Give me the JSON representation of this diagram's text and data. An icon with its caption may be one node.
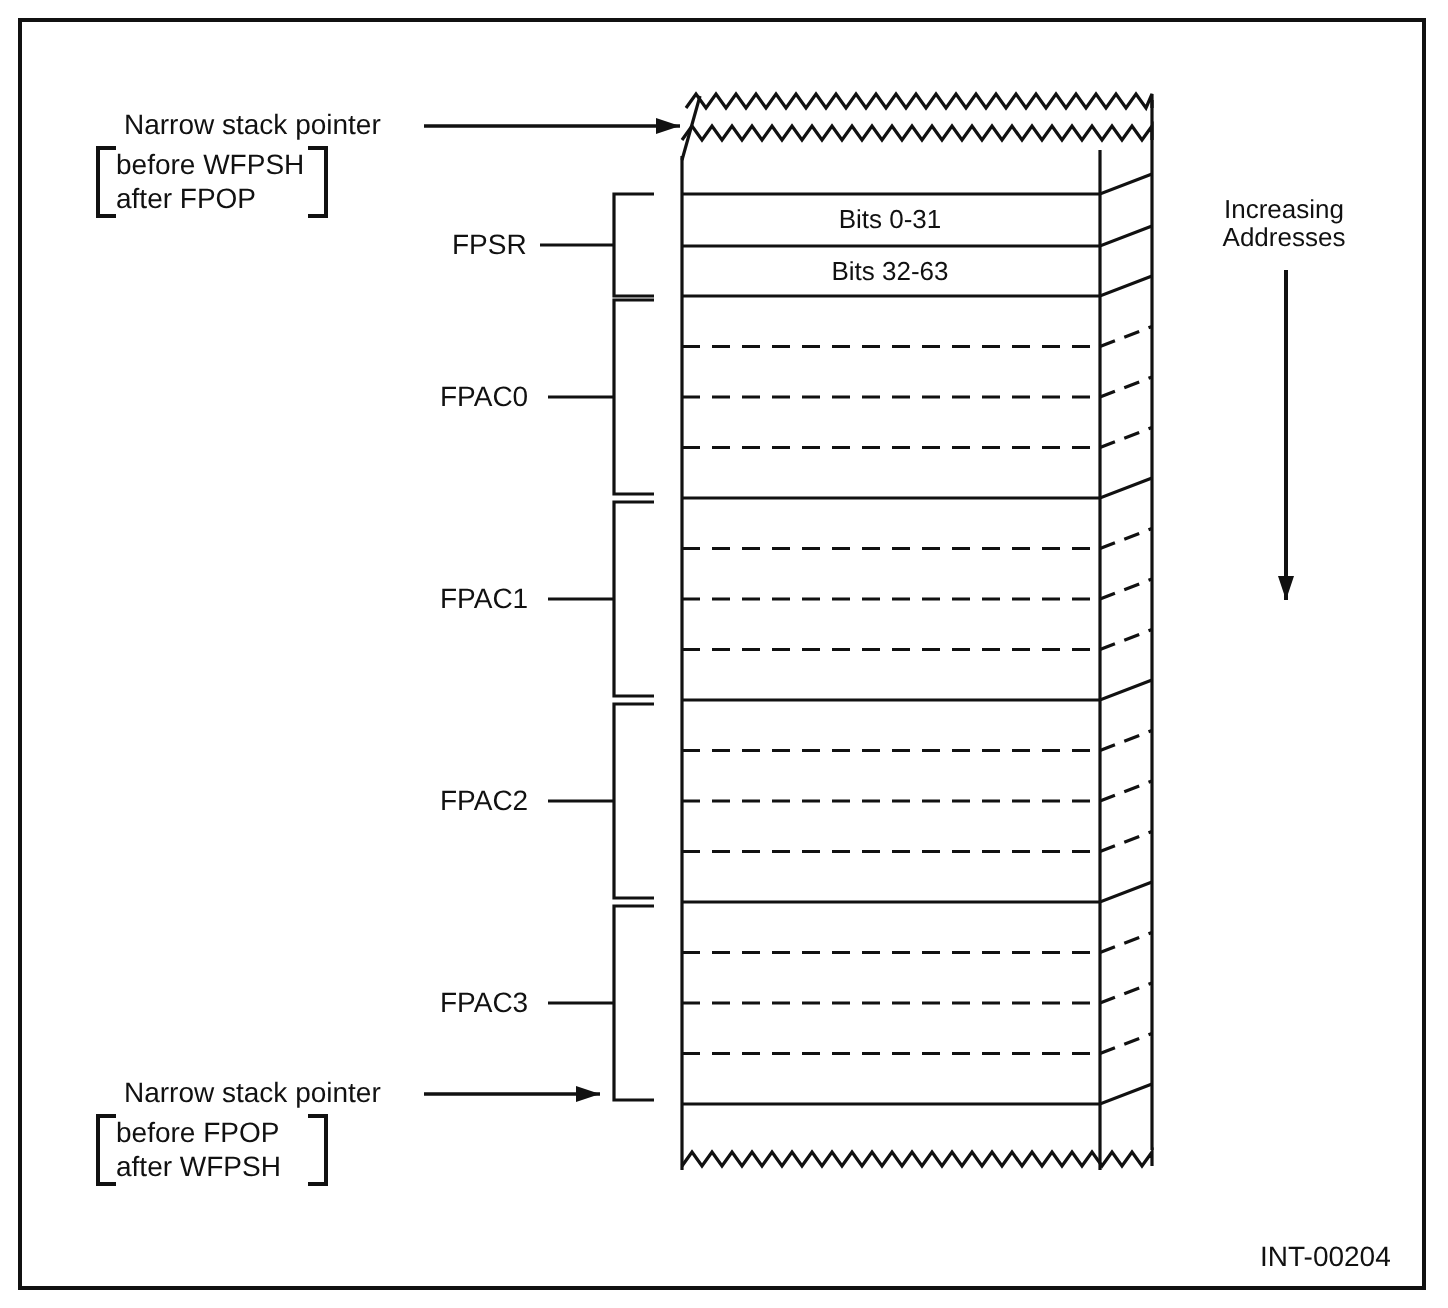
{
  "diagram": {
    "nodes": [
      {
        "text": [],
        "shape": "box"
      },
      {
        "text": [
          "Bits 0-31"
        ],
        "in": 0
      },
      {
        "text": [
          "Bits 32-63"
        ],
        "in": 0
      },
      {
        "text": [
          "Narrow stack pointer",
          "before WFPSH after FPOP"
        ]
      },
      {
        "text": [
          "Narrow stack pointer",
          "before FPOP after WFPSH"
        ]
      }
    ],
    "edges": [
      {
        "from": 3,
        "to": 0,
        "arrow": "to"
      },
      {
        "from": 4,
        "to": null,
        "arrow": "to"
      }
    ],
    "labels": [
      "FPSR",
      "FPAC0",
      "FPAC1",
      "FPAC2",
      "FPAC3",
      "Increasing Addresses",
      "INT-00204"
    ]
  }
}
